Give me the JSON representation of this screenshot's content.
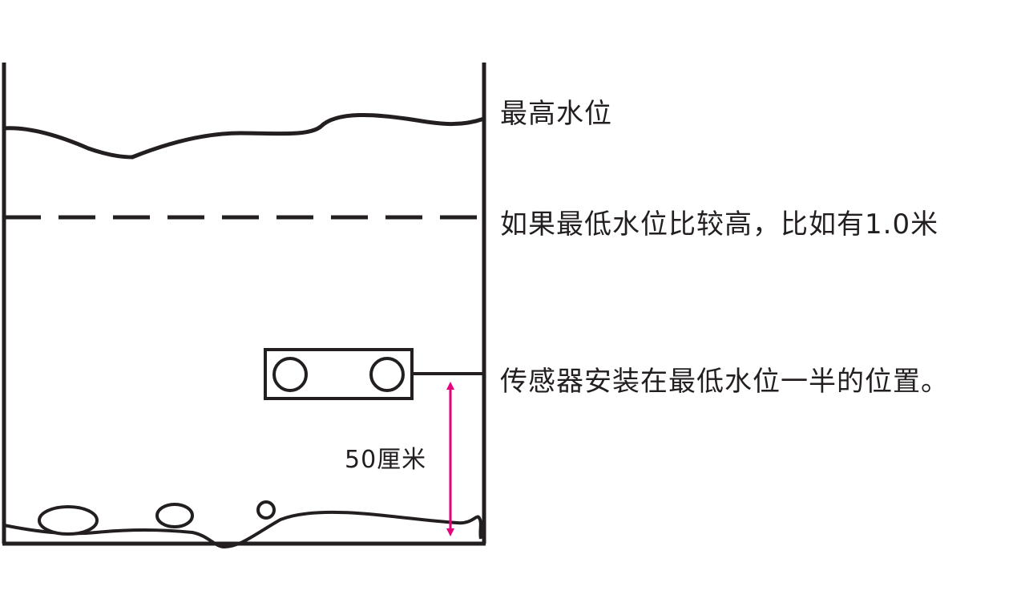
{
  "labels": {
    "max_level": "最高水位",
    "min_level": "如果最低水位比较高，比如有1.0米",
    "sensor": "传感器安装在最低水位一半的位置。",
    "distance": "50厘米"
  },
  "colors": {
    "stroke": "#231f20",
    "arrow": "#e6007e",
    "background": "#ffffff"
  }
}
